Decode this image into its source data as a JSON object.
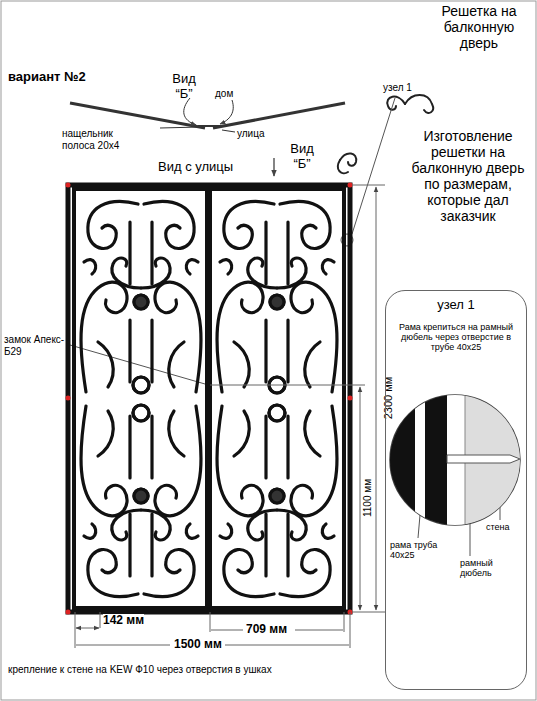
{
  "diagram": {
    "title": "Решетка на балконную дверь",
    "nodes": [
      {
        "text": [
          "узел 1",
          "Рама крепиться на рамный дюбель через отверстие в трубе 40х25"
        ]
      }
    ],
    "labels": [
      "вариант №2",
      "Вид “Б”",
      "дом",
      "нащельник полоса 20х4",
      "улица",
      "Вид с улицы",
      "Вид “Б”",
      "узел 1",
      "Изготовление решетки на балконную дверь по размерам, которые дал заказчик",
      "замок Апекс-Б29",
      "2300 мм",
      "1100 мм",
      "142 мм",
      "709 мм",
      "1500 мм",
      "рама труба 40х25",
      "стена",
      "рамный дюбель",
      "крепление к стене на KEW Ф10 через отверстия в ушках"
    ]
  }
}
